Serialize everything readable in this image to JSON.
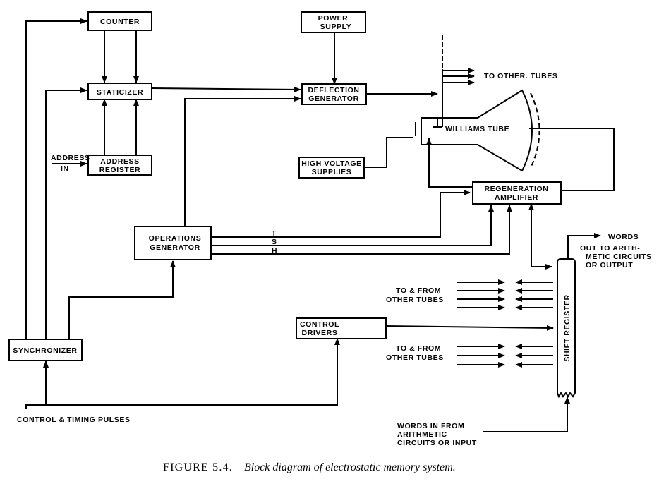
{
  "blocks": {
    "counter": "COUNTER",
    "power_supply": [
      "POWER",
      "SUPPLY"
    ],
    "staticizer": "STATICIZER",
    "deflection_generator": [
      "DEFLECTION",
      "GENERATOR"
    ],
    "address_register": [
      "ADDRESS",
      "REGISTER"
    ],
    "high_voltage_supplies": [
      "HIGH VOLTAGE",
      "SUPPLIES"
    ],
    "williams_tube": "WILLIAMS TUBE",
    "regeneration_amplifier": [
      "REGENERATION",
      "AMPLIFIER"
    ],
    "operations_generator": [
      "OPERATIONS",
      "GENERATOR"
    ],
    "control_drivers": [
      "CONTROL",
      "DRIVERS"
    ],
    "synchronizer": "SYNCHRONIZER",
    "shift_register": "SHIFT REGISTER"
  },
  "labels": {
    "address_in": [
      "ADDRESS",
      "IN"
    ],
    "to_other_tubes": "TO OTHER. TUBES",
    "line_t": "T",
    "line_s": "S",
    "line_h": "H",
    "words_out": [
      "WORDS",
      "OUT TO ARITH-",
      "METIC CIRCUITS",
      "OR OUTPUT"
    ],
    "to_from_other_tubes_1": [
      "TO & FROM",
      "OTHER TUBES"
    ],
    "to_from_other_tubes_2": [
      "TO & FROM",
      "OTHER TUBES"
    ],
    "control_timing": "CONTROL & TIMING PULSES",
    "words_in": [
      "WORDS IN FROM",
      "ARITHMETIC",
      "CIRCUITS OR INPUT"
    ]
  },
  "caption": {
    "figure": "FIGURE 5.4.",
    "text": "Block diagram of electrostatic memory system."
  }
}
